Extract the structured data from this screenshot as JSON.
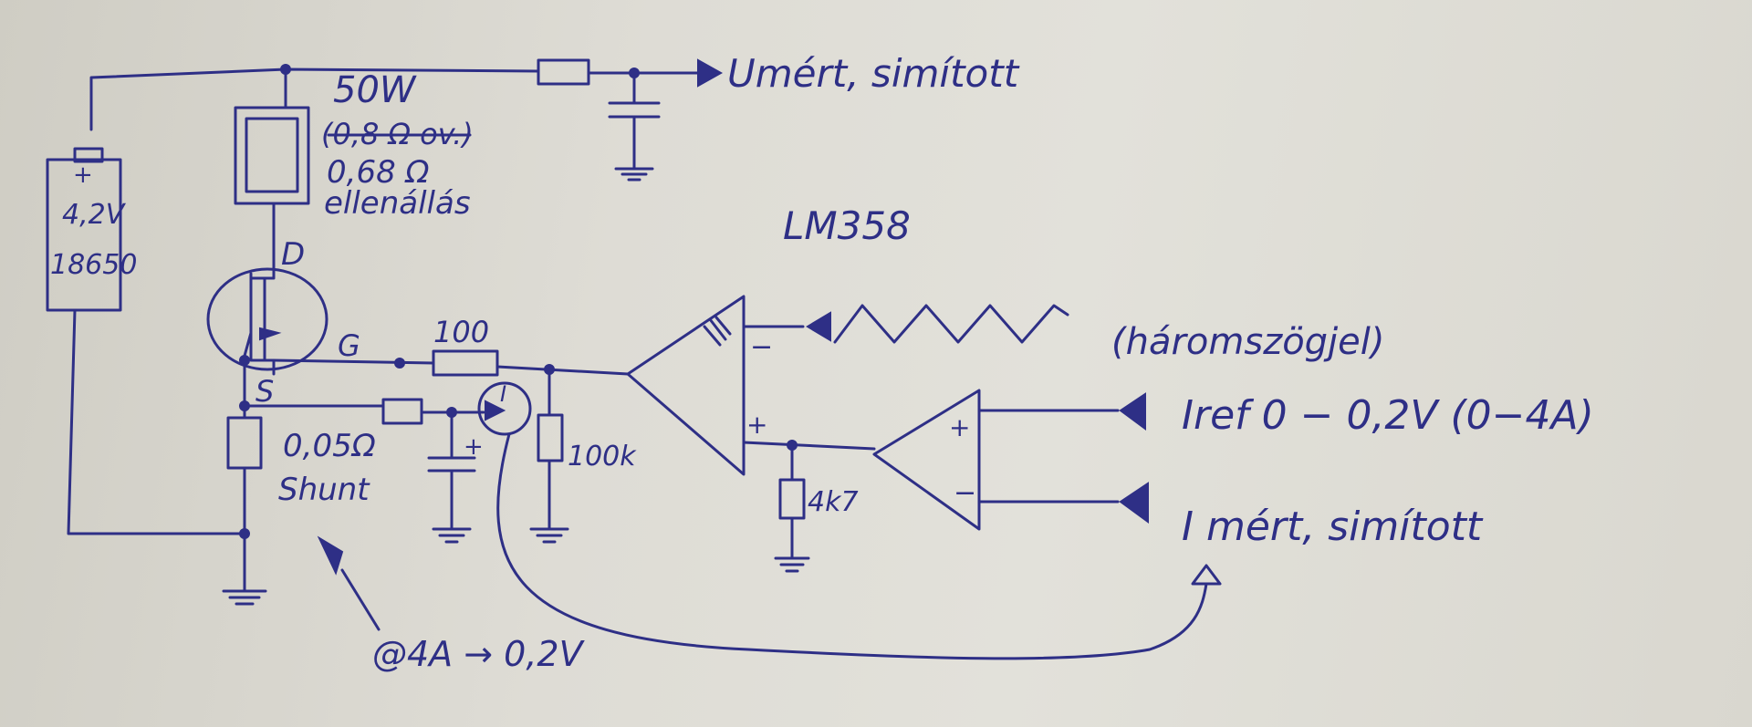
{
  "labels": {
    "u_measured": "Umért, simított",
    "power": "50W",
    "r_old": "(0,8 Ω ov.)",
    "r_new": "0,68 Ω",
    "resistor_word": "ellenállás",
    "battery_plus": "+",
    "battery_voltage": "4,2V",
    "battery_type": "18650",
    "drain": "D",
    "gate": "G",
    "source": "S",
    "r_gate": "100",
    "r_pulldown": "100k",
    "r_4k7": "4k7",
    "shunt_value": "0,05Ω",
    "shunt_word": "Shunt",
    "cap_plus": "+",
    "opamp_model": "LM358",
    "opamp1_minus": "−",
    "opamp1_plus": "+",
    "opamp2_plus": "+",
    "opamp2_minus": "−",
    "triangle_note": "(háromszögjel)",
    "iref": "Iref  0 − 0,2V (0−4A)",
    "i_measured": "I mért, simított",
    "shunt_note": "@4A → 0,2V",
    "transistor_mark": "I"
  },
  "colors": {
    "ink": "#2e2f86",
    "paper": "#dcdad2"
  }
}
